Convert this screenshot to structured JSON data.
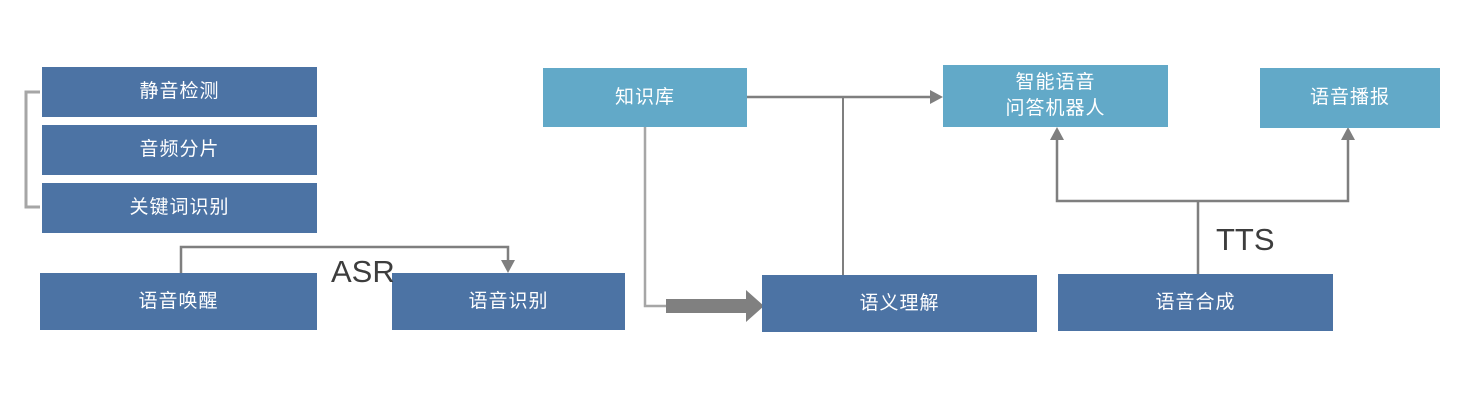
{
  "diagram": {
    "type": "flowchart",
    "background": "#ffffff",
    "colors": {
      "dark_box": "#4c73a4",
      "light_box": "#62a9c8",
      "connector_gray": "#7f7f7f",
      "light_connector_gray": "#a6a6a6",
      "thick_arrow_gray": "#808080",
      "box_text": "#ffffff",
      "edge_label_text": "#3d3d3d"
    },
    "nodes": {
      "silence": {
        "label": "静音检测"
      },
      "segment": {
        "label": "音频分片"
      },
      "keyword": {
        "label": "关键词识别"
      },
      "wake": {
        "label": "语音唤醒"
      },
      "recognition": {
        "label": "语音识别"
      },
      "knowledge": {
        "label": "知识库"
      },
      "semantic": {
        "label": "语义理解"
      },
      "synthesis": {
        "label": "语音合成"
      },
      "robot": {
        "label": "智能语音\n问答机器人"
      },
      "broadcast": {
        "label": "语音播报"
      }
    },
    "edge_labels": {
      "asr": "ASR",
      "tts": "TTS"
    },
    "edges": [
      "语音唤醒 -> 语音识别 (ASR)",
      "知识库 -> 智能语音问答机器人",
      "知识库 -> 语义理解 (thick arrow)",
      "知识库/问答机器人连线 -> 语义理解 (junction drop line)",
      "语音合成 -> 智能语音问答机器人 (TTS)",
      "语音合成 -> 语音播报 (TTS)",
      "bracket groups: 静音检测 / 音频分片 / 关键词识别"
    ]
  }
}
